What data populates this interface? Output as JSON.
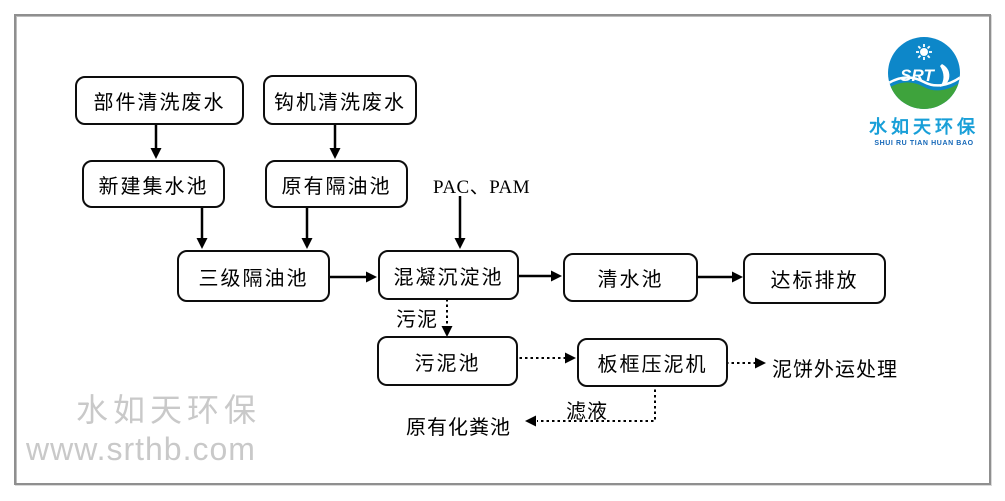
{
  "frame": {
    "border_color": "#8f8f8f",
    "background": "#ffffff"
  },
  "logo": {
    "acronym": "SRT",
    "name": "水如天环保",
    "subtitle": "SHUI RU TIAN HUAN BAO",
    "colors": {
      "circle": "#0d87c9",
      "wave": "#3ea33c",
      "name_text": "#189fd8",
      "subtitle_text": "#1467b8"
    }
  },
  "watermark": {
    "line1": "水如天环保",
    "line2": "www.srthb.com",
    "color": "#c9c9c9"
  },
  "diagram": {
    "line_color": "#000000",
    "nodes": [
      {
        "id": "parts-washing-wastewater",
        "label": "部件清洗废水"
      },
      {
        "id": "excavator-washing-wastewater",
        "label": "钩机清洗废水"
      },
      {
        "id": "new-collection-tank",
        "label": "新建集水池"
      },
      {
        "id": "existing-oil-separator",
        "label": "原有隔油池"
      },
      {
        "id": "three-stage-oil-separator",
        "label": "三级隔油池"
      },
      {
        "id": "coagulation-sedimentation-tank",
        "label": "混凝沉淀池"
      },
      {
        "id": "clear-water-tank",
        "label": "清水池"
      },
      {
        "id": "standard-discharge",
        "label": "达标排放"
      },
      {
        "id": "sludge-tank",
        "label": "污泥池"
      },
      {
        "id": "plate-frame-filter-press",
        "label": "板框压泥机"
      }
    ],
    "labels": {
      "dosing": "PAC、PAM",
      "sludge": "污泥",
      "filtrate": "滤液",
      "sludge_cake": "泥饼外运处理",
      "septic_tank": "原有化粪池"
    },
    "edges": [
      {
        "from": "部件清洗废水",
        "to": "新建集水池",
        "style": "solid"
      },
      {
        "from": "钩机清洗废水",
        "to": "原有隔油池",
        "style": "solid"
      },
      {
        "from": "新建集水池",
        "to": "三级隔油池",
        "style": "solid"
      },
      {
        "from": "原有隔油池",
        "to": "三级隔油池",
        "style": "solid"
      },
      {
        "from": "PAC、PAM",
        "to": "混凝沉淀池",
        "style": "solid"
      },
      {
        "from": "三级隔油池",
        "to": "混凝沉淀池",
        "style": "solid"
      },
      {
        "from": "混凝沉淀池",
        "to": "清水池",
        "style": "solid"
      },
      {
        "from": "清水池",
        "to": "达标排放",
        "style": "solid"
      },
      {
        "from": "混凝沉淀池",
        "to": "污泥池",
        "style": "dotted",
        "label": "污泥"
      },
      {
        "from": "污泥池",
        "to": "板框压泥机",
        "style": "dotted"
      },
      {
        "from": "板框压泥机",
        "to": "泥饼外运处理",
        "style": "dotted"
      },
      {
        "from": "板框压泥机",
        "to": "原有化粪池",
        "style": "dotted",
        "label": "滤液"
      }
    ]
  }
}
